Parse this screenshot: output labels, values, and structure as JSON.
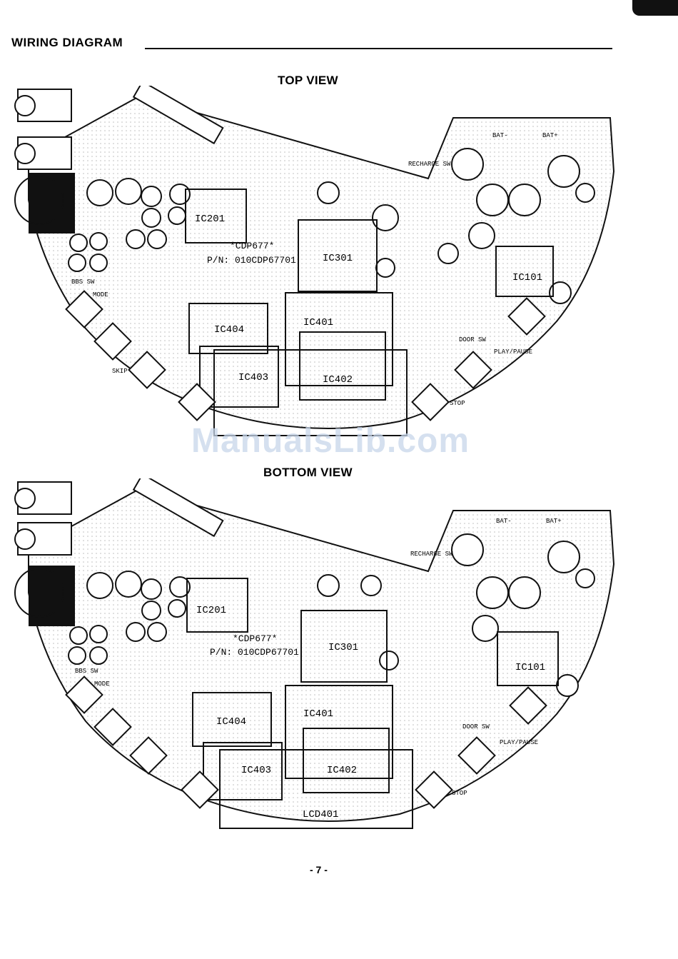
{
  "header": {
    "title": "WIRING DIAGRAM"
  },
  "watermark": "ManualsLib.com",
  "page_number": "- 7 -",
  "views": {
    "top": {
      "title": "TOP VIEW",
      "marking1": "*CDP677*",
      "marking2": "P/N: 010CDP67701",
      "ics": [
        "IC201",
        "IC301",
        "IC101",
        "IC404",
        "IC401",
        "IC403",
        "IC402"
      ],
      "labels": {
        "mode": "MODE",
        "skip": "SKIP",
        "play_pause": "PLAY/PAUSE",
        "stop": "STOP",
        "door_sw": "DOOR SW",
        "bbs_sw": "BBS SW",
        "bat_minus": "BAT-",
        "bat_plus": "BAT+",
        "recharge_sw": "RECHARGE SW"
      }
    },
    "bottom": {
      "title": "BOTTOM VIEW",
      "marking1": "*CDP677*",
      "marking2": "P/N: 010CDP67701",
      "ics": [
        "IC201",
        "IC301",
        "IC101",
        "IC404",
        "IC401",
        "IC403",
        "IC402"
      ],
      "lcd": "LCD401",
      "labels": {
        "mode": "MODE",
        "play_pause": "PLAY/PAUSE",
        "stop": "STOP",
        "door_sw": "DOOR SW",
        "bbs_sw": "BBS SW",
        "bat_minus": "BAT-",
        "bat_plus": "BAT+",
        "recharge_sw": "RECHARGE SW"
      }
    }
  }
}
